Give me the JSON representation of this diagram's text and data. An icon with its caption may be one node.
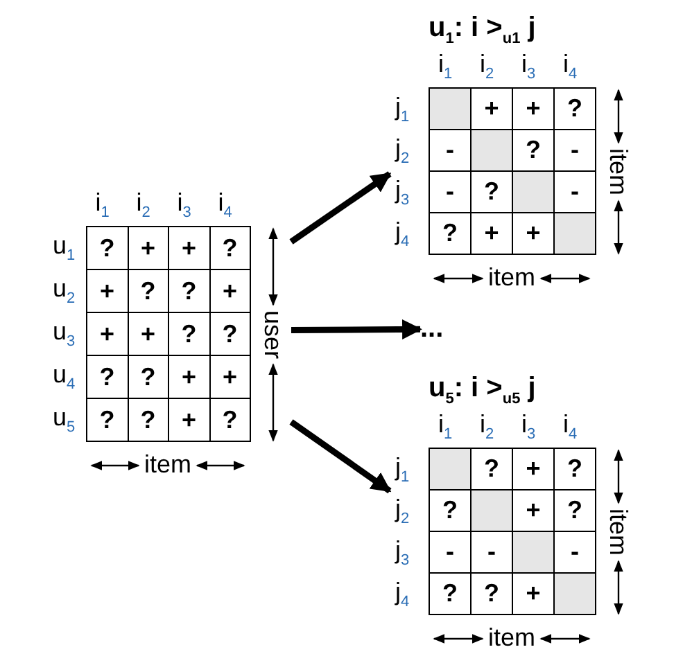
{
  "diagram": {
    "nodes": [
      {
        "text": [
          "i$_{1}$",
          "i$_{2}$",
          "i$_{3}$",
          "i$_{4}$",
          "u$_{1}$",
          "u$_{2}$",
          "u$_{3}$",
          "u$_{4}$",
          "u$_{5}$",
          "?",
          "+",
          "+",
          "?",
          "+",
          "?",
          "?",
          "+",
          "+",
          "+",
          "?",
          "?",
          "?",
          "?",
          "+",
          "+",
          "?",
          "?",
          "+",
          "?",
          "user",
          "item"
        ]
      },
      {
        "text": [
          "u$_{1}$:   i >$_{u1}$ j",
          "i$_{1}$",
          "i$_{2}$",
          "i$_{3}$",
          "i$_{4}$",
          "j$_{1}$",
          "j$_{2}$",
          "j$_{3}$",
          "j$_{4}$",
          "+",
          "+",
          "?",
          "-",
          "?",
          "-",
          "-",
          "?",
          "-",
          "?",
          "+",
          "+",
          "item",
          "item"
        ]
      },
      {
        "text": [
          "..."
        ]
      },
      {
        "text": [
          "u$_{5}$:   i >$_{u5}$ j",
          "i$_{1}$",
          "i$_{2}$",
          "i$_{3}$",
          "i$_{4}$",
          "j$_{1}$",
          "j$_{2}$",
          "j$_{3}$",
          "j$_{4}$",
          "?",
          "+",
          "?",
          "?",
          "+",
          "?",
          "-",
          "-",
          "-",
          "?",
          "?",
          "+",
          "item",
          "item"
        ]
      }
    ],
    "edges": [
      {
        "from": 0,
        "to": 1,
        "arrow": "to"
      },
      {
        "from": 0,
        "to": 2,
        "arrow": "to"
      },
      {
        "from": 0,
        "to": 3,
        "arrow": "to"
      }
    ]
  }
}
